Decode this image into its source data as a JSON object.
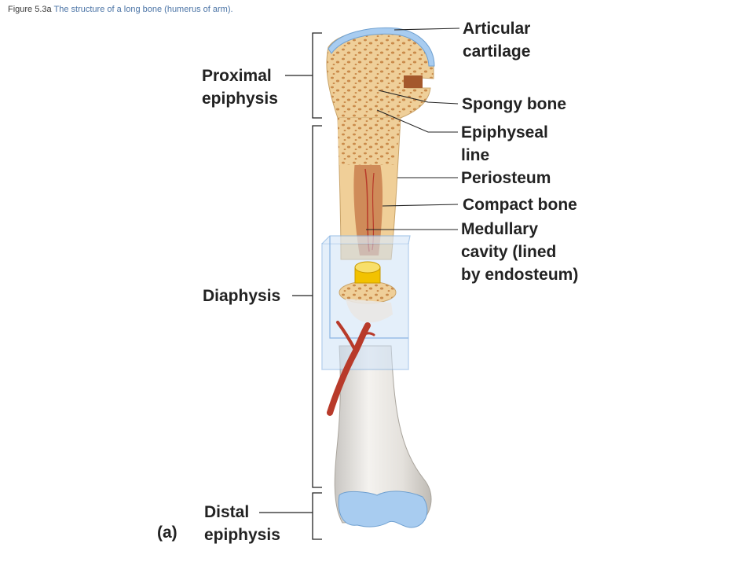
{
  "caption": {
    "figure_number": "Figure 5.3a",
    "description": "The structure of a long bone (humerus of arm)."
  },
  "panel_label": "(a)",
  "left_labels": {
    "proximal_epiphysis": [
      "Proximal",
      "epiphysis"
    ],
    "diaphysis": [
      "Diaphysis"
    ],
    "distal_epiphysis": [
      "Distal",
      "epiphysis"
    ]
  },
  "right_labels": {
    "articular_cartilage": [
      "Articular",
      "cartilage"
    ],
    "spongy_bone": [
      "Spongy bone"
    ],
    "epiphyseal_line": [
      "Epiphyseal",
      "line"
    ],
    "periosteum": [
      "Periosteum"
    ],
    "compact_bone": [
      "Compact bone"
    ],
    "medullary_cavity": [
      "Medullary",
      "cavity (lined",
      "by endosteum)"
    ]
  },
  "colors": {
    "bone_cut": "#f0cf98",
    "spongy_holes": "#c98a4a",
    "bone_outer": "#e6e4e1",
    "cartilage": "#a8ccf0",
    "inset_box": "#b8d4f3",
    "artery": "#b83a2a",
    "marrow": "#f2c200",
    "leader_line": "#222222"
  }
}
